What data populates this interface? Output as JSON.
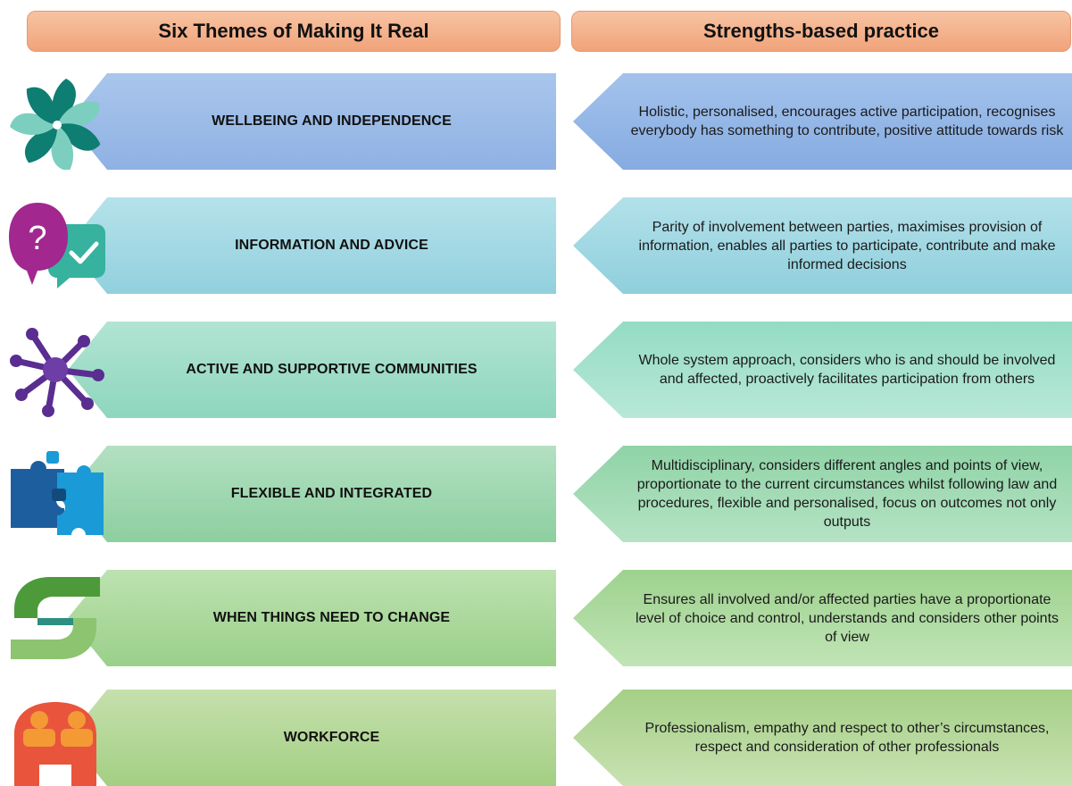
{
  "headers": {
    "left": "Six Themes of Making It Real",
    "right": "Strengths-based practice"
  },
  "rows": [
    {
      "theme": "WELLBEING AND INDEPENDENCE",
      "practice": "Holistic, personalised, encourages active participation, recognises everybody has something to contribute, positive attitude towards risk",
      "icon": "pinwheel-icon",
      "colors": {
        "theme_top": "#a9c6ec",
        "theme_bottom": "#8fb1e3",
        "practice_top": "#a3c3ec",
        "practice_bottom": "#86abe1"
      }
    },
    {
      "theme": "INFORMATION AND ADVICE",
      "practice": "Parity of involvement between parties, maximises provision of information, enables all parties to participate, contribute and make informed decisions",
      "icon": "speech-bubbles-icon",
      "colors": {
        "theme_top": "#b5e2ea",
        "theme_bottom": "#92d0de",
        "practice_top": "#b3e1ea",
        "practice_bottom": "#8fcfdc"
      }
    },
    {
      "theme": "ACTIVE AND SUPPORTIVE COMMUNITIES",
      "practice": "Whole system approach, considers who is and should be involved and affected, proactively facilitates participation from others",
      "icon": "community-network-icon",
      "colors": {
        "theme_top": "#b2e4d3",
        "theme_bottom": "#8ed6bd",
        "practice_top": "#94dcc4",
        "practice_bottom": "#b8e8d7"
      }
    },
    {
      "theme": "FLEXIBLE AND INTEGRATED",
      "practice": "Multidisciplinary, considers different angles and points of view, proportionate to the current circumstances whilst following law and procedures, flexible and personalised, focus on outcomes not only outputs",
      "icon": "puzzle-pieces-icon",
      "colors": {
        "theme_top": "#b3e0c2",
        "theme_bottom": "#8ccf9f",
        "practice_top": "#8fd3a6",
        "practice_bottom": "#b5e3c4"
      }
    },
    {
      "theme": "WHEN THINGS NEED TO CHANGE",
      "practice": "Ensures all involved and/or affected parties have a proportionate level of choice and control, understands and considers other points of view",
      "icon": "change-arrows-icon",
      "colors": {
        "theme_top": "#bde2b0",
        "theme_bottom": "#9ad08a",
        "practice_top": "#9dd28e",
        "practice_bottom": "#c1e4b6"
      }
    },
    {
      "theme": "WORKFORCE",
      "practice": "Professionalism, empathy and respect to other’s circumstances, respect and consideration of other professionals",
      "icon": "workforce-people-icon",
      "colors": {
        "theme_top": "#c5e0ad",
        "theme_bottom": "#a3cf83",
        "practice_top": "#a5cf87",
        "practice_bottom": "#c8e2b2"
      }
    }
  ]
}
